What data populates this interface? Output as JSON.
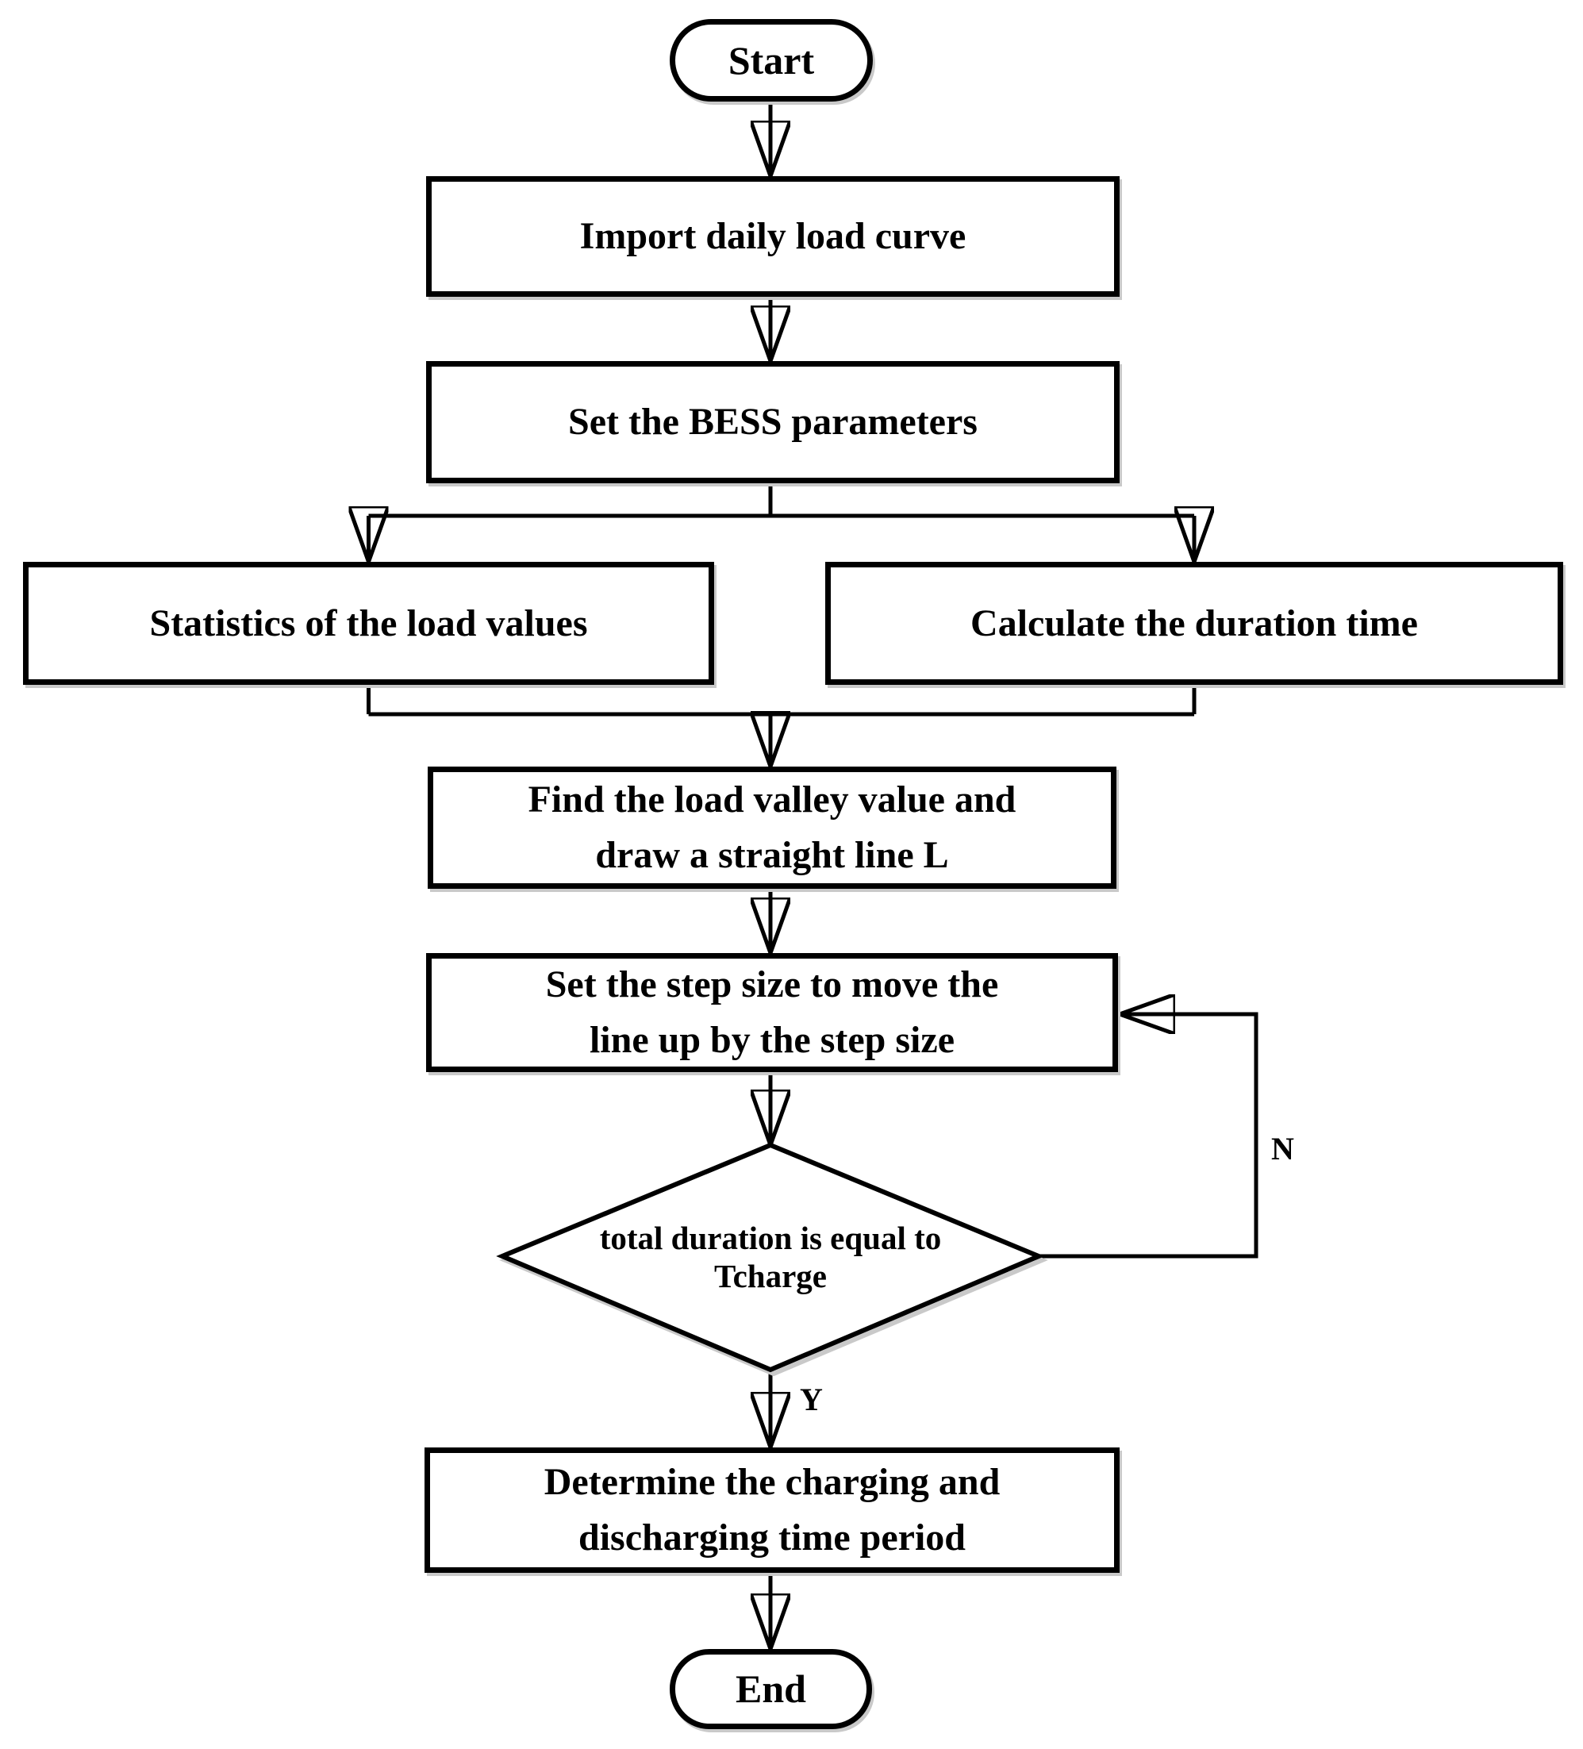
{
  "flowchart": {
    "nodes": {
      "start": {
        "label": "Start"
      },
      "import_load_curve": {
        "label": "Import daily load curve"
      },
      "set_bess_parameters": {
        "label": "Set the BESS parameters"
      },
      "statistics_load_values": {
        "label": "Statistics of the load values"
      },
      "calculate_duration_time": {
        "label": "Calculate the duration time"
      },
      "find_load_valley": {
        "label": "Find the load valley value and\ndraw a straight line L"
      },
      "set_step_size": {
        "label": "Set the step size to move the\nline up by the step size"
      },
      "decision_total_duration": {
        "label": "total duration is\nequal to Tcharge"
      },
      "determine_periods": {
        "label": "Determine the charging and\ndischarging time period"
      },
      "end": {
        "label": "End"
      }
    },
    "edge_labels": {
      "no": "N",
      "yes": "Y"
    },
    "colors": {
      "stroke": "#000000",
      "node_fill": "#ffffff",
      "background": "#ffffff"
    }
  }
}
